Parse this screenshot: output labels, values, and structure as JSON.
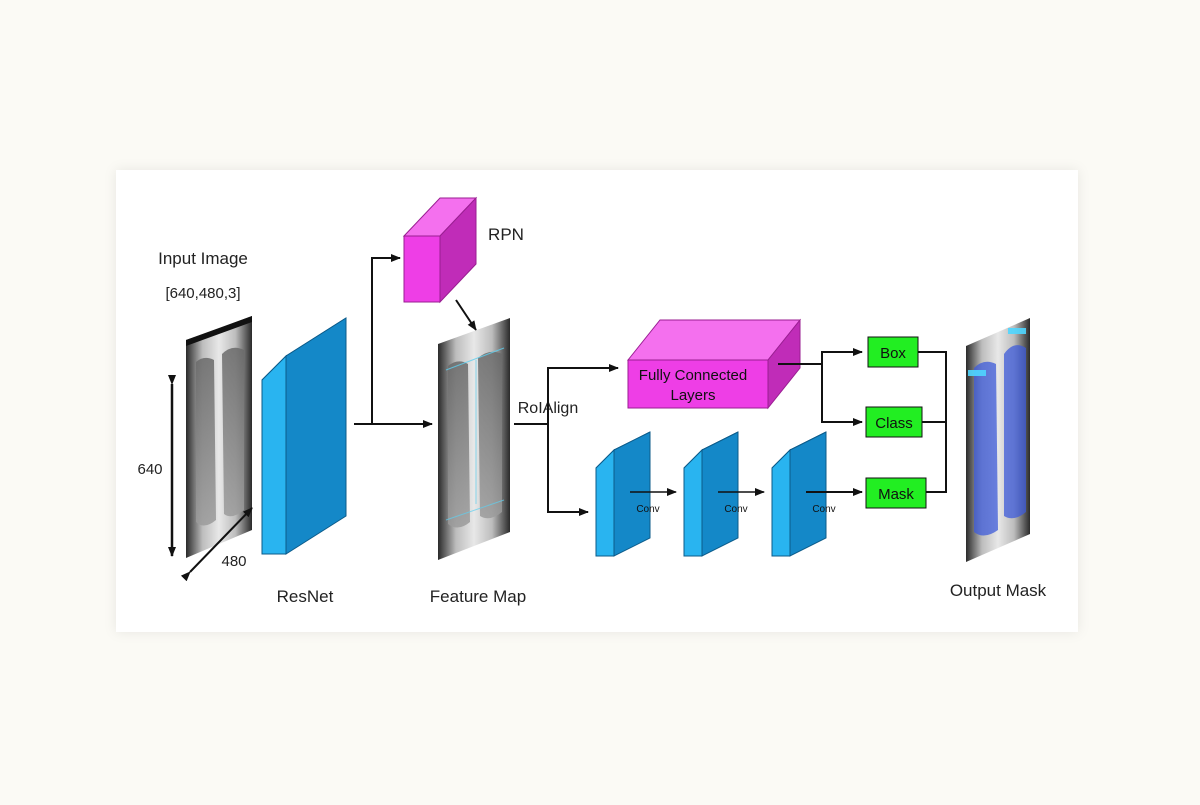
{
  "colors": {
    "page_background": "#fbfaf5",
    "card_background": "#ffffff",
    "resnet_front": "#29b4f0",
    "resnet_side": "#1488c8",
    "magenta_front": "#ee3ee6",
    "magenta_side": "#c02cb8",
    "magenta_top": "#f470ee",
    "output_green": "#22ee22",
    "mask_overlay": "#3d5bd9",
    "arrow": "#111111"
  },
  "labels": {
    "input_image": "Input Image",
    "input_shape": "[640,480,3]",
    "height_dim": "640",
    "width_dim": "480",
    "resnet": "ResNet",
    "rpn": "RPN",
    "feature_map": "Feature Map",
    "roialign": "RoIAlign",
    "fc_line1": "Fully Connected",
    "fc_line2": "Layers",
    "conv": "Conv",
    "output_mask": "Output Mask"
  },
  "outputs": [
    "Box",
    "Class",
    "Mask"
  ],
  "icons": {
    "input_xray": "chest-xray-image",
    "feature_xray": "chest-xray-feature-map",
    "output_xray": "chest-xray-segmented-mask"
  }
}
